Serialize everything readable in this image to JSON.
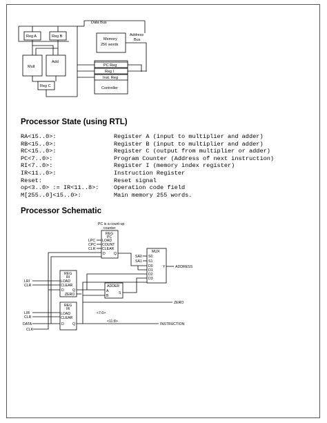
{
  "diagram1": {
    "data_bus": "Data Bus",
    "reg_a": "Reg A",
    "reg_b": "Reg B",
    "mult": "Mult",
    "add": "Add",
    "reg_c": "Reg C",
    "memory_l1": "Memory",
    "memory_l2": "256 words",
    "address_l1": "Address",
    "address_l2": "Bus",
    "pc_reg": "PC Reg",
    "reg_i": "Reg I",
    "inst_reg": "Inst. Reg",
    "controller": "Controller"
  },
  "state_heading": "Processor State (using RTL)",
  "rtl": [
    {
      "name": "RA<15..0>:",
      "desc": "Register A (input to multiplier and adder)"
    },
    {
      "name": "RB<15..0>:",
      "desc": "Register B (input to multiplier and adder)"
    },
    {
      "name": "RC<15..0>:",
      "desc": "Register C (output from multiplier or adder)"
    },
    {
      "name": "PC<7..0>:",
      "desc": "Program Counter (Address of next instruction)"
    },
    {
      "name": "RI<7..0>:",
      "desc": "Register I (memory index register)"
    },
    {
      "name": "IR<11..0>:",
      "desc": "Instruction Register"
    },
    {
      "name": "Reset:",
      "desc": "Reset signal"
    },
    {
      "name": "op<3..0> := IR<11..8>:",
      "desc": "Operation code field"
    },
    {
      "name": "M[255..0]<15..0>:",
      "desc": "Main memory 255 words."
    }
  ],
  "schematic_heading": "Processor Schematic",
  "schematic": {
    "pc_note_l1": "PC is a count-up",
    "pc_note_l2": "counter",
    "reg_label": "REG",
    "pc_label": "PC",
    "load": "LOAD",
    "count": "COUNT",
    "clear": "CLEAR",
    "lpc": "LPC",
    "cpc": "CPC",
    "clr": "CLR",
    "d": "D",
    "q": "Q",
    "mux": "MUX",
    "sa0": "SA0",
    "sa1": "SA1",
    "s0": "S0",
    "s1": "S1",
    "y": "Y",
    "address": "ADDRESS",
    "d0": "D0",
    "d1": "D1",
    "d2": "D2",
    "d3": "D3",
    "ri_name": "RI",
    "lri": "LRI",
    "zero_pin": "ZERO",
    "adder": "ADDER",
    "a": "A",
    "b": "B",
    "s": "S",
    "zero": "ZERO",
    "ir_name": "IR",
    "lir": "LIR",
    "data": "DATA",
    "clk": "CLK",
    "bits_7_0": "<7:0>",
    "bits_11_8": "<11:8>",
    "instruction": "INSTRUCTION"
  }
}
